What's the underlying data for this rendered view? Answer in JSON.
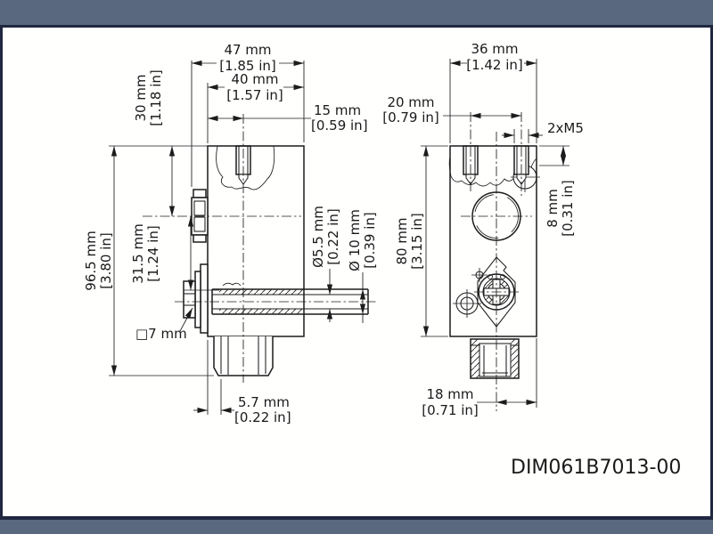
{
  "colors": {
    "frame_bar": "#59687e",
    "frame_border": "#202840",
    "paper": "#fffffe",
    "line": "#1c1c1c"
  },
  "title_block": {
    "drawing_number": "DIM061B7013-00"
  },
  "left_view": {
    "overall_width": {
      "mm": "47 mm",
      "inch": "[1.85 in]"
    },
    "body_width": {
      "mm": "40 mm",
      "inch": "[1.57 in]"
    },
    "port_offset": {
      "mm": "15 mm",
      "inch": "[0.59 in]"
    },
    "knob_offset": {
      "mm": "30 mm",
      "inch": "[1.18 in]"
    },
    "overall_height": {
      "mm": "96.5 mm",
      "inch": "[3.80 in]"
    },
    "shaft_offset": {
      "mm": "31.5 mm",
      "inch": "[1.24 in]"
    },
    "bore_diameter": {
      "mm": "Ø5.5 mm",
      "inch": "[0.22 in]"
    },
    "shaft_diameter": {
      "mm": "Ø 10 mm",
      "inch": "[0.39 in]"
    },
    "square_callout": {
      "mm": "□7 mm"
    },
    "step_width": {
      "mm": "5.7 mm",
      "inch": "[0.22 in]"
    }
  },
  "right_view": {
    "body_width": {
      "mm": "36 mm",
      "inch": "[1.42 in]"
    },
    "hole_spacing": {
      "mm": "20 mm",
      "inch": "[0.79 in]"
    },
    "thread_callout": "2xM5",
    "counterbore_depth": {
      "mm": "8 mm",
      "inch": "[0.31 in]"
    },
    "body_height": {
      "mm": "80 mm",
      "inch": "[3.15 in]"
    },
    "port_to_face": {
      "mm": "18 mm",
      "inch": "[0.71 in]"
    }
  }
}
